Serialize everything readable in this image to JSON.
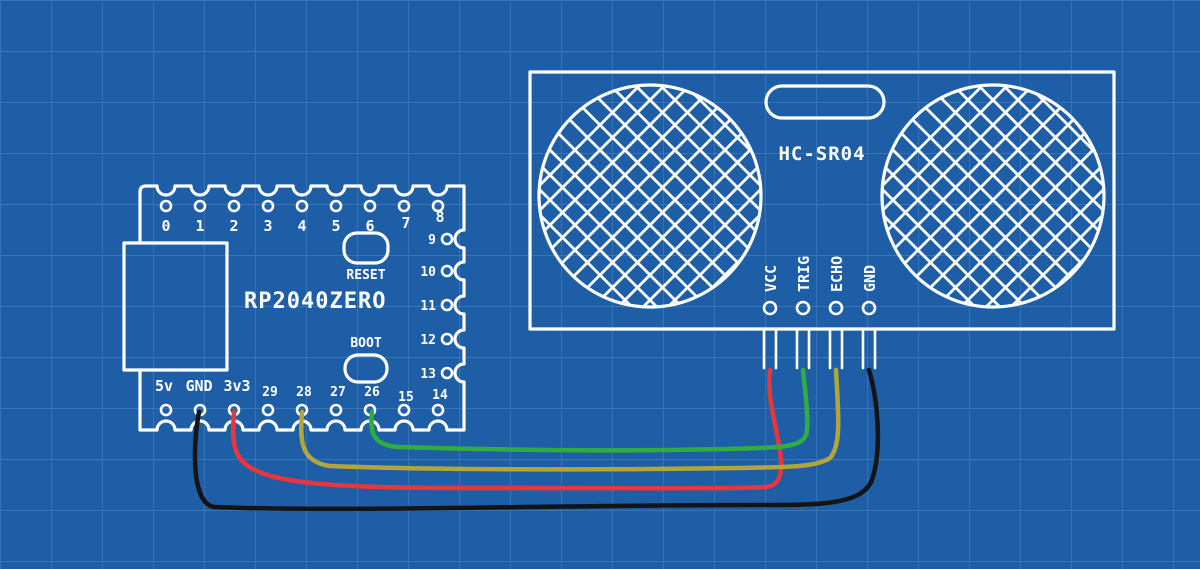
{
  "board": {
    "name": "RP2040ZERO",
    "reset_label": "RESET",
    "boot_label": "BOOT",
    "top_pins": [
      "0",
      "1",
      "2",
      "3",
      "4",
      "5",
      "6",
      "7",
      "8"
    ],
    "right_pins": [
      "9",
      "10",
      "11",
      "12",
      "13"
    ],
    "bottom_pins": [
      "5v",
      "GND",
      "3v3",
      "29",
      "28",
      "27",
      "26",
      "15",
      "14"
    ]
  },
  "sensor": {
    "name": "HC-SR04",
    "pins": [
      "VCC",
      "TRIG",
      "ECHO",
      "GND"
    ]
  },
  "connections": [
    {
      "from": "3v3",
      "to": "VCC",
      "color": "#e8373a"
    },
    {
      "from": "26",
      "to": "TRIG",
      "color": "#2fae3f"
    },
    {
      "from": "28",
      "to": "ECHO",
      "color": "#b3a53a"
    },
    {
      "from": "GND",
      "to": "GND",
      "color": "#141414"
    }
  ],
  "colors": {
    "background": "#1e5ea6",
    "grid": "#4f84c0",
    "line": "#ffffff"
  }
}
